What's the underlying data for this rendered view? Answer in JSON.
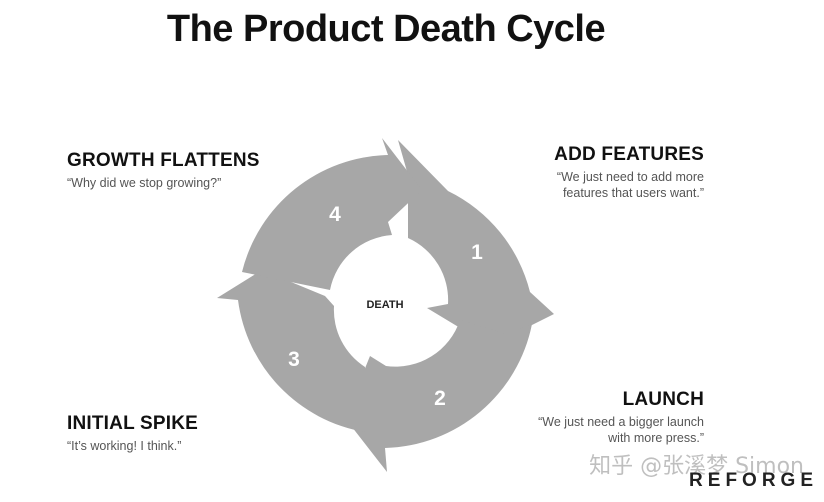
{
  "title": "The Product Death Cycle",
  "center_label": "DEATH",
  "steps": [
    {
      "number": "1",
      "heading": "ADD FEATURES",
      "quote_lines": [
        "“We just need to add more",
        "features that users want.”"
      ]
    },
    {
      "number": "2",
      "heading": "LAUNCH",
      "quote_lines": [
        "“We just need a bigger launch",
        "with more press.”"
      ]
    },
    {
      "number": "3",
      "heading": "INITIAL SPIKE",
      "quote_lines": [
        "“It’s working! I think.”"
      ]
    },
    {
      "number": "4",
      "heading": "GROWTH FLATTENS",
      "quote_lines": [
        "“Why did we stop growing?”"
      ]
    }
  ],
  "brand": "REFORGE",
  "watermark": "知乎 @张溪梦 Simon",
  "colors": {
    "segment": "#a7a7a7",
    "number": "#ffffff",
    "text": "#111111",
    "quote": "#555555"
  }
}
